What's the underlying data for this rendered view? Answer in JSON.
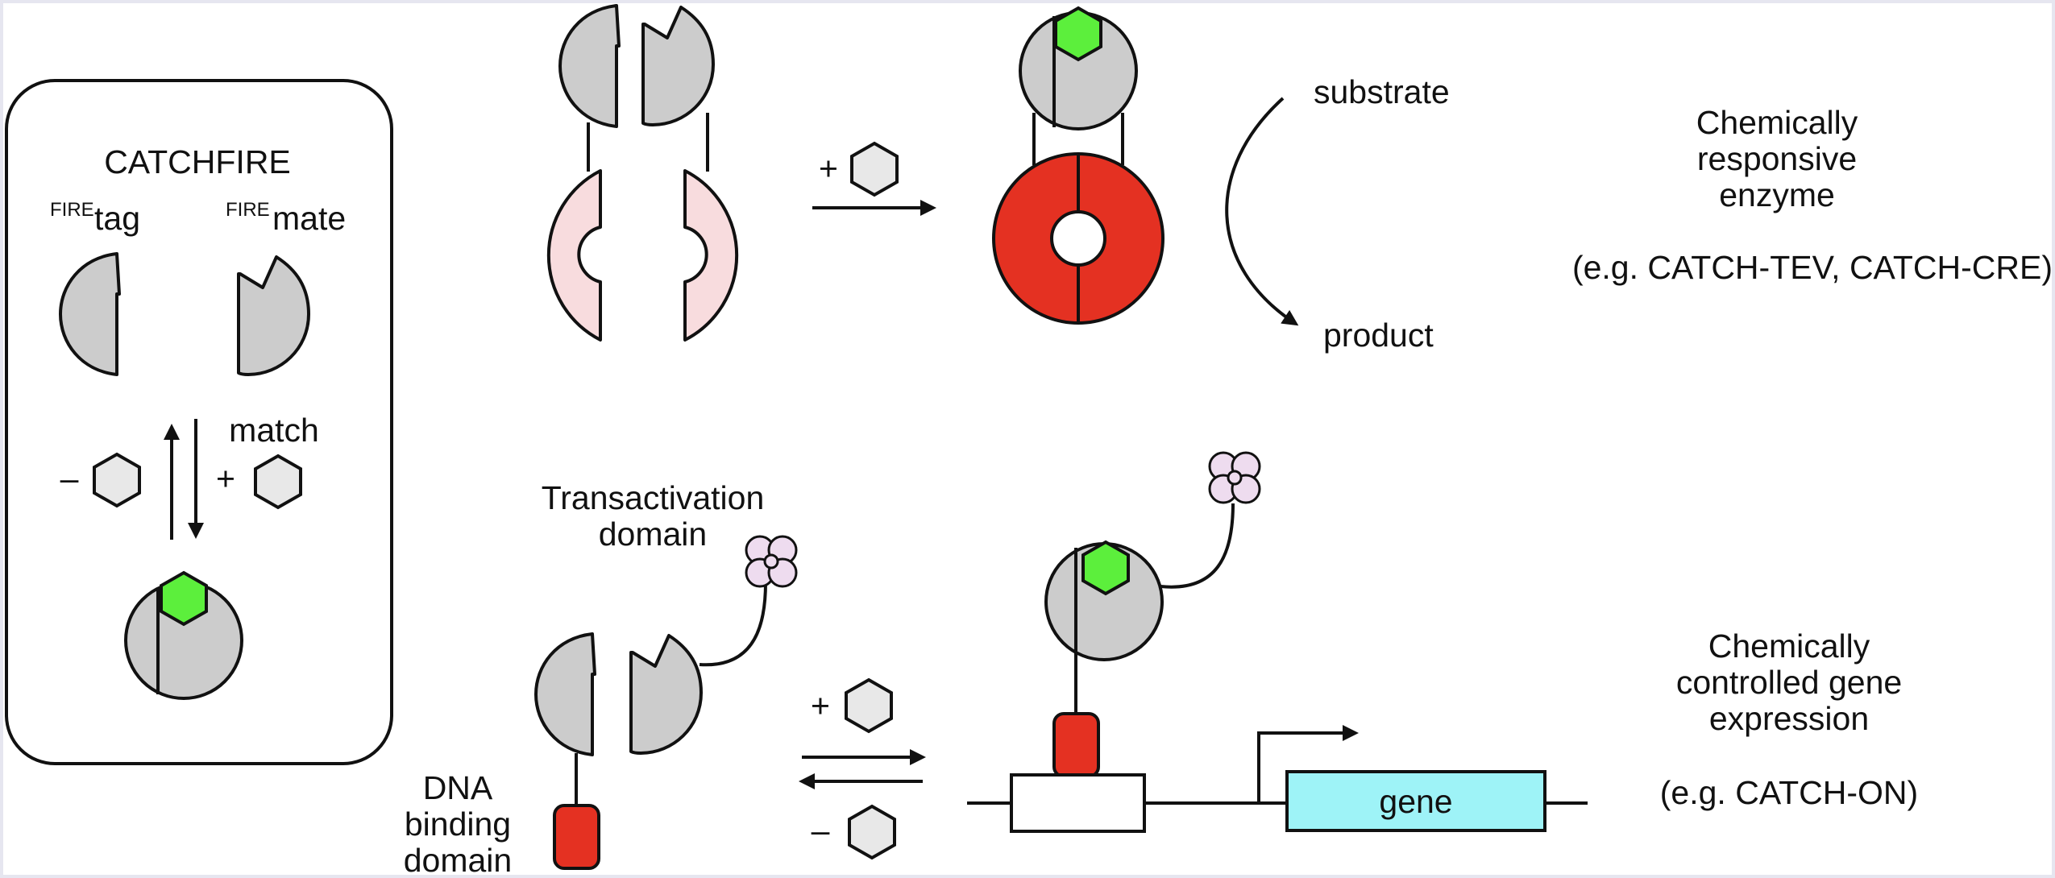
{
  "catchfire_box": {
    "title": "CATCHFIRE",
    "tag_label": {
      "superscript": "FIRE",
      "text": "tag"
    },
    "mate_label": {
      "superscript": "FIRE",
      "text": "mate"
    },
    "match_label": "match",
    "minus_sign": "–",
    "plus_sign": "+"
  },
  "enzyme_row": {
    "plus_sign": "+",
    "substrate_label": "substrate",
    "product_label": "product",
    "description_lines": [
      "Chemically",
      "responsive",
      "enzyme"
    ],
    "example": "(e.g. CATCH-TEV, CATCH-CRE)"
  },
  "gene_row": {
    "transactivation_lines": [
      "Transactivation",
      "domain"
    ],
    "dna_binding_lines": [
      "DNA",
      "binding",
      "domain"
    ],
    "plus_sign": "+",
    "minus_sign": "–",
    "gene_label": "gene",
    "description_lines": [
      "Chemically",
      "controlled gene",
      "expression"
    ],
    "example": "(e.g. CATCH-ON)"
  },
  "colors": {
    "protein_gray": "#cccccc",
    "ligand_bound_green": "#5cef3c",
    "enzyme_inactive_pink": "#f8dcde",
    "enzyme_active_red": "#e43122",
    "transactivation_lavender": "#eedcef",
    "gene_cyan": "#9ef3f7",
    "frame_border": "#e6e6f0"
  },
  "icons": [
    "hexagon-ligand-icon",
    "clover-transactivation-icon",
    "promoter-arrow-icon"
  ]
}
